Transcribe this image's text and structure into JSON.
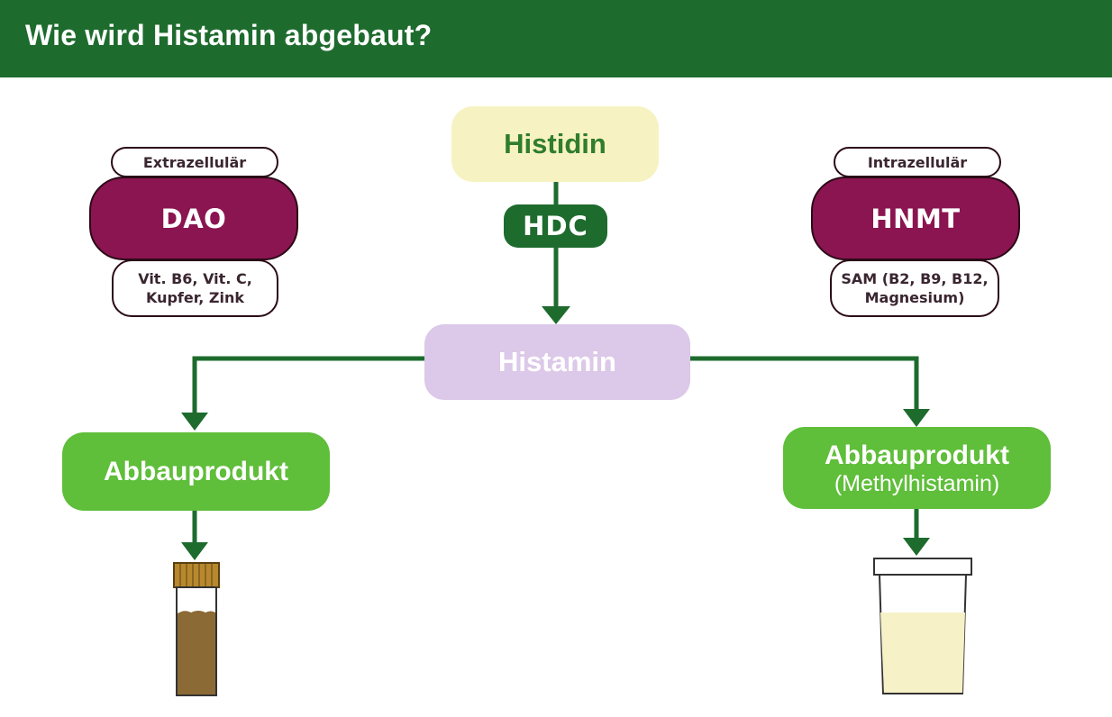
{
  "header": {
    "title": "Wie wird Histamin abgebaut?"
  },
  "nodes": {
    "histidin": "Histidin",
    "hdc": "HDC",
    "histamin": "Histamin"
  },
  "left": {
    "location": "Extrazellulär",
    "enzyme": "DAO",
    "cofactors_line1": "Vit. B6, Vit. C,",
    "cofactors_line2": "Kupfer, Zink",
    "product": "Abbauprodukt"
  },
  "right": {
    "location": "Intrazellulär",
    "enzyme": "HNMT",
    "cofactors_line1": "SAM (B2, B9, B12,",
    "cofactors_line2": "Magnesium)",
    "product": "Abbauprodukt",
    "product_sub": "(Methylhistamin)"
  },
  "colors": {
    "header": "#1e6b2e",
    "arrow": "#1e6b2e",
    "enzyme": "#8b1550",
    "product": "#5fbe3a",
    "histidin_bg": "#f7f2c2",
    "histamin_bg": "#dcc8e8",
    "stool": "#8b6a35",
    "urine": "#f6f1c6"
  }
}
